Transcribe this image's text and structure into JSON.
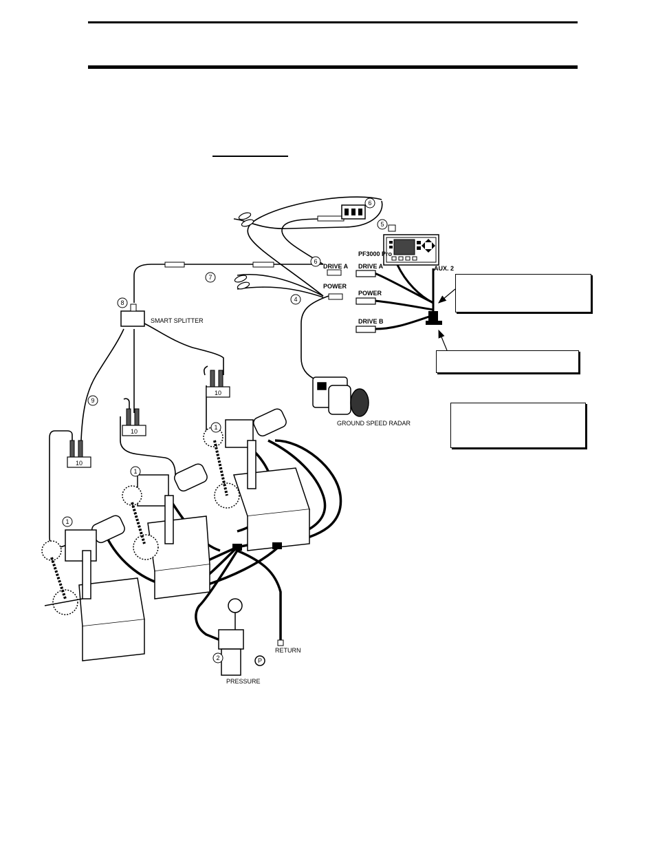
{
  "diagram": {
    "labels": {
      "pf3000": "PF3000 Pro",
      "aux2": "AUX. 2",
      "drive_a_top": "DRIVE A",
      "power_top": "POWER",
      "drive_a": "DRIVE A",
      "power": "POWER",
      "drive_b": "DRIVE B",
      "smart_splitter": "SMART SPLITTER",
      "ground_speed_radar": "GROUND SPEED RADAR",
      "return": "RETURN",
      "pressure": "PRESSURE",
      "pressure_port": "P"
    },
    "callout_numbers": {
      "n1a": "1",
      "n1b": "1",
      "n1c": "1",
      "n2": "2",
      "n4": "4",
      "n5": "5",
      "n6a": "6",
      "n6b": "6",
      "n7": "7",
      "n8": "8",
      "n9": "9",
      "n10a": "10",
      "n10b": "10",
      "n10c": "10"
    }
  },
  "colors": {
    "ink": "#000000",
    "paper": "#ffffff"
  }
}
